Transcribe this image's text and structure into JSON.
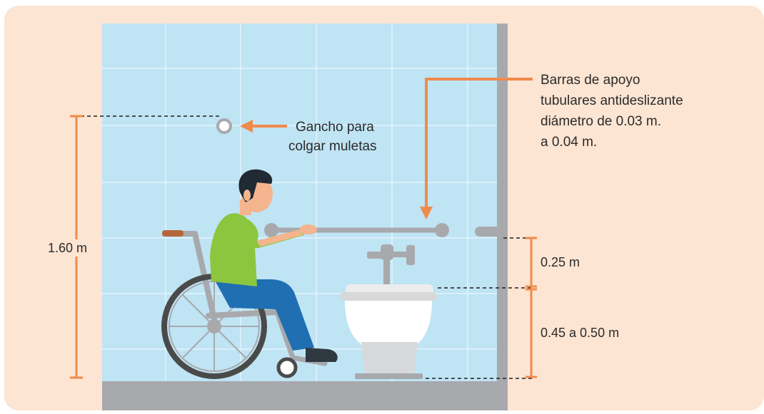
{
  "labels": {
    "crutch_hook": [
      "Gancho para",
      "colgar muletas"
    ],
    "grab_bars": [
      "Barras de apoyo",
      "tubulares antideslizante",
      "diámetro de 0.03 m.",
      "a 0.04 m."
    ],
    "height_total": "1.60 m",
    "bar_above_seat": "0.25 m",
    "seat_height": "0.45 a 0.50 m"
  },
  "colors": {
    "background": "#fde5d3",
    "wall_tile": "#bfe4f4",
    "tile_grout": "#e4f4fb",
    "floor": "#a8a9ad",
    "accent_arrow": "#f08a4b",
    "skin": "#f3b48e",
    "shirt": "#8cc63f",
    "pants": "#1f6fb2",
    "hair": "#1f2a33"
  },
  "icons": [
    "wheelchair-user-illustration",
    "toilet-illustration",
    "grab-bar-illustration",
    "hook-icon"
  ]
}
